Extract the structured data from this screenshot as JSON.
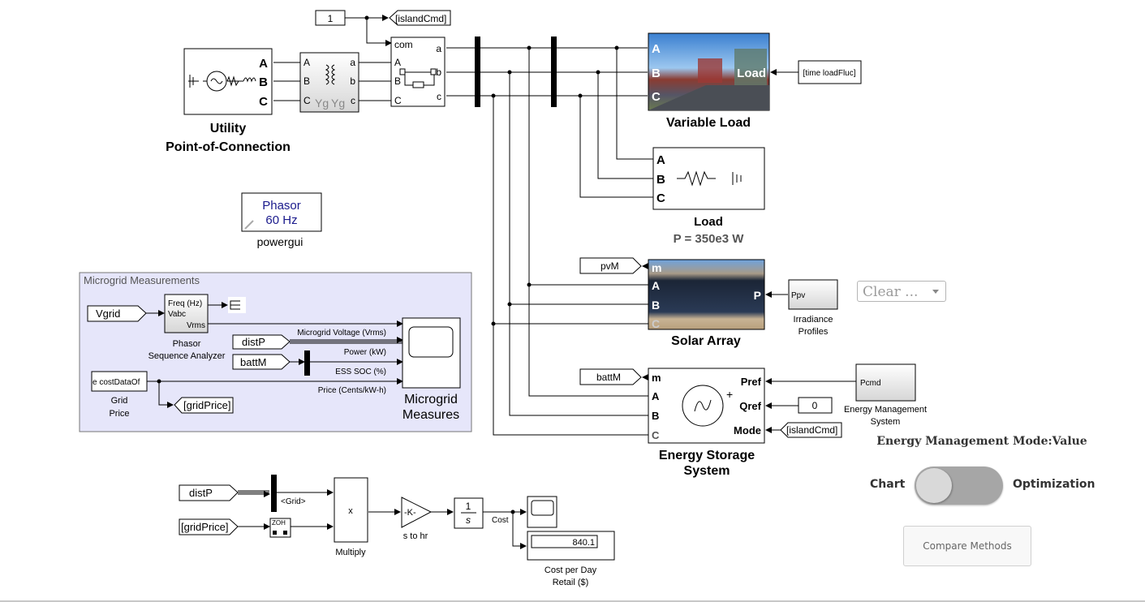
{
  "utility": {
    "label_line1": "Utility",
    "label_line2": "Point-of-Connection",
    "ports": [
      "A",
      "B",
      "C"
    ]
  },
  "transformer": {
    "in_ports": [
      "A",
      "B",
      "C"
    ],
    "out_ports": [
      "a",
      "b",
      "c"
    ],
    "winding_left": "Yg",
    "winding_right": "Yg"
  },
  "breaker": {
    "com": "com",
    "in_ports": [
      "A",
      "B",
      "C"
    ],
    "out_ports": [
      "a",
      "b",
      "c"
    ]
  },
  "island_const": {
    "value": "1",
    "goto_tag": "[islandCmd]"
  },
  "variable_load": {
    "label": "Variable Load",
    "ports": [
      "A",
      "B",
      "C"
    ],
    "input": "Load",
    "from_block": "[time loadFluc]"
  },
  "load": {
    "label": "Load",
    "sublabel": "P = 350e3 W",
    "ports": [
      "A",
      "B",
      "C"
    ]
  },
  "powergui": {
    "line1": "Phasor",
    "line2": "60 Hz",
    "label": "powergui"
  },
  "solar": {
    "label": "Solar Array",
    "ports": [
      "m",
      "A",
      "B",
      "C"
    ],
    "input": "P",
    "goto_tag": "pvM",
    "irradiance": {
      "inner": "Ppv",
      "label_line1": "Irradiance",
      "label_line2": "Profiles"
    }
  },
  "dropdown": {
    "value": "Clear ..."
  },
  "ess": {
    "label_line1": "Energy Storage",
    "label_line2": "System",
    "ports": [
      "m",
      "A",
      "B",
      "C"
    ],
    "inputs": [
      "Pref",
      "Qref",
      "Mode"
    ],
    "plus": "+",
    "goto_tag": "battM",
    "ems": {
      "inner": "Pcmd",
      "label_line1": "Energy Management",
      "label_line2": "System"
    },
    "qref_const": "0",
    "mode_from": "[islandCmd]"
  },
  "measurements": {
    "title": "Microgrid Measurements",
    "vgrid": "Vgrid",
    "analyzer": {
      "ports_in": [
        "Vabc"
      ],
      "ports_out": [
        "Freq (Hz)",
        "Vrms"
      ],
      "label_line1": "Phasor",
      "label_line2": "Sequence Analyzer"
    },
    "distP": "distP",
    "battM": "battM",
    "grid_price": {
      "inner": "e costDataOf",
      "label_line1": "Grid",
      "label_line2": "Price",
      "goto_tag": "[gridPrice]"
    },
    "signals": [
      "Microgrid Voltage (Vrms)",
      "Power  (kW)",
      "ESS SOC (%)",
      "Price (Cents/kW-h)"
    ],
    "scope_label_line1": "Microgrid",
    "scope_label_line2": "Measures"
  },
  "cost": {
    "distP": "distP",
    "grid_price": "[gridPrice]",
    "bus_signal": "<Grid>",
    "zoh": "ZOH",
    "multiply": {
      "inner": "x",
      "label": "Multiply"
    },
    "gain": {
      "inner": "-K-",
      "label": "s to hr"
    },
    "integrator": {
      "num": "1",
      "den": "s"
    },
    "signal": "Cost",
    "display": {
      "value": "840.1",
      "label_line1": "Cost per Day",
      "label_line2": "Retail ($)"
    }
  },
  "ems_panel": {
    "title": "Energy Management Mode:Value",
    "left_label": "Chart",
    "right_label": "Optimization",
    "toggle_on": false,
    "button": "Compare Methods"
  }
}
